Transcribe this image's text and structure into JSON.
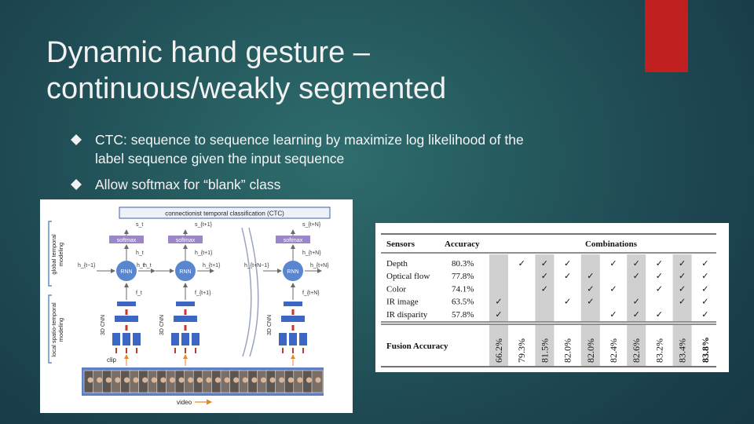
{
  "colors": {
    "background": "#1f4a53",
    "accent": "#c0201f",
    "bullet": "#f2f2f2"
  },
  "slide": {
    "title_lines": [
      "Dynamic hand gesture –",
      "continuous/weakly segmented"
    ],
    "bullets": [
      {
        "icon": "diamond-bullet-icon",
        "lines": [
          "CTC: sequence to sequence learning by maximize log likelihood of the",
          "label sequence given the input sequence"
        ]
      },
      {
        "icon": "diamond-bullet-icon",
        "lines": [
          "Allow softmax for “blank” class"
        ]
      }
    ]
  },
  "figure": {
    "ctc_label": "connectionist temporal classification (CTC)",
    "global_label": [
      "global temporal",
      "modeling"
    ],
    "local_label": [
      "local spatio-temporal",
      "modeling"
    ],
    "softmax": "softmax",
    "rnn": "RNN",
    "cnn": "3D CNN",
    "clip": "clip",
    "video": "video",
    "columns": [
      {
        "s": "s_t",
        "h": "h_t",
        "hin": "h_{t−1}",
        "hout": "h_t",
        "f": "f_t"
      },
      {
        "s": "s_{t+1}",
        "h": "h_{t+1}",
        "hin": "h_t",
        "hout": "h_{t+1}",
        "f": "f_{t+1}"
      },
      {
        "s": "s_{t+N}",
        "h": "h_{t+N}",
        "hin": "h_{t+N−1}",
        "hout": "h_{t+N}",
        "f": "f_{t+N}"
      }
    ]
  },
  "table": {
    "headers": {
      "sensors": "Sensors",
      "accuracy": "Accuracy",
      "combinations": "Combinations"
    },
    "check": "✓",
    "rows": [
      {
        "sensor": "Depth",
        "accuracy": "80.3%",
        "checks": [
          false,
          true,
          true,
          true,
          false,
          true,
          true,
          true,
          true,
          true
        ]
      },
      {
        "sensor": "Optical flow",
        "accuracy": "77.8%",
        "checks": [
          false,
          false,
          true,
          true,
          true,
          false,
          true,
          true,
          true,
          true
        ]
      },
      {
        "sensor": "Color",
        "accuracy": "74.1%",
        "checks": [
          false,
          false,
          true,
          false,
          true,
          true,
          false,
          true,
          true,
          true
        ]
      },
      {
        "sensor": "IR image",
        "accuracy": "63.5%",
        "checks": [
          true,
          false,
          false,
          true,
          true,
          false,
          true,
          false,
          true,
          true
        ]
      },
      {
        "sensor": "IR disparity",
        "accuracy": "57.8%",
        "checks": [
          true,
          false,
          false,
          false,
          false,
          true,
          true,
          true,
          false,
          true
        ]
      }
    ],
    "fusion_label": "Fusion Accuracy",
    "fusion_values": [
      "66.2%",
      "79.3%",
      "81.5%",
      "82.0%",
      "82.0%",
      "82.4%",
      "82.6%",
      "83.2%",
      "83.4%",
      "83.8%"
    ]
  }
}
